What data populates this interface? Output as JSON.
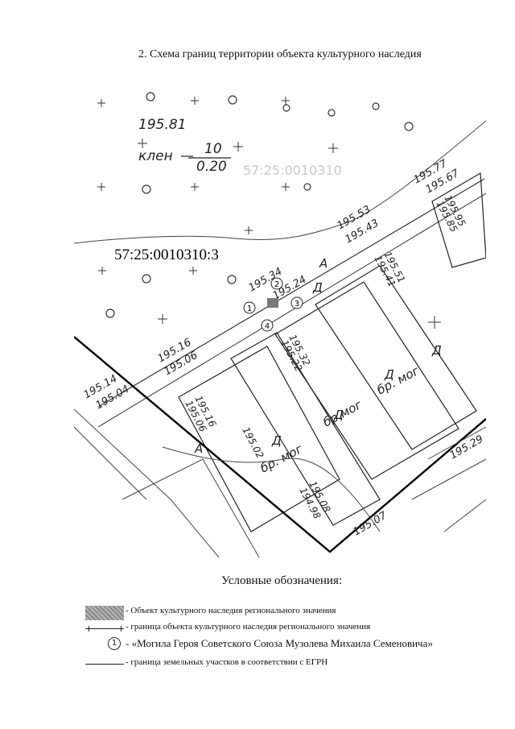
{
  "title": "2. Схема границ территории объекта культурного наследия",
  "map": {
    "parcel_label": "57:25:0010310:3",
    "faint_label": "57:25:0010310",
    "handwritten": {
      "klen": "клен",
      "ten": "10",
      "fraction": "0.20",
      "elev_a": "195.81",
      "elev_b": "195.77",
      "elev_c": "195.67",
      "elev_d": "195.53",
      "elev_e": "195.43",
      "elev_f": "195.34",
      "elev_g": "195.24",
      "elev_h": "195.16",
      "elev_i": "195.06",
      "elev_j": "195.14",
      "elev_k": "195.04",
      "elev_l": "195.32",
      "elev_m": "195.22",
      "elev_n": "195.16",
      "elev_o": "195.06",
      "elev_p": "195.08",
      "elev_q": "194.98",
      "elev_r": "195.07",
      "elev_s": "195.02",
      "elev_t": "195.29",
      "elev_u": "195.95",
      "elev_v": "195.85",
      "elev_w": "195.51",
      "elev_x": "195.41",
      "br_mog": "бр. мог",
      "br_mog_2": "бр.мог",
      "br_mog_3": "бр. мог",
      "letter_a": "А",
      "letter_a2": "А",
      "letter_d": "Д",
      "letter_d2": "Д",
      "letter_d3": "Д",
      "letter_d4": "Д",
      "letter_d5": "Д"
    },
    "markers": [
      "1",
      "2",
      "3",
      "4"
    ]
  },
  "legend": {
    "title": "Условные обозначения:",
    "items": [
      {
        "text": "- Объект культурного наследия регионального значения"
      },
      {
        "text": "- граница объекта культурного наследия регионального значения"
      },
      {
        "text": "- «Могила Героя Советского Союза Музолева Михаила Семеновича»",
        "marker": "1"
      },
      {
        "text": "- граница земельных участков в соответствии с ЕГРН"
      }
    ]
  }
}
